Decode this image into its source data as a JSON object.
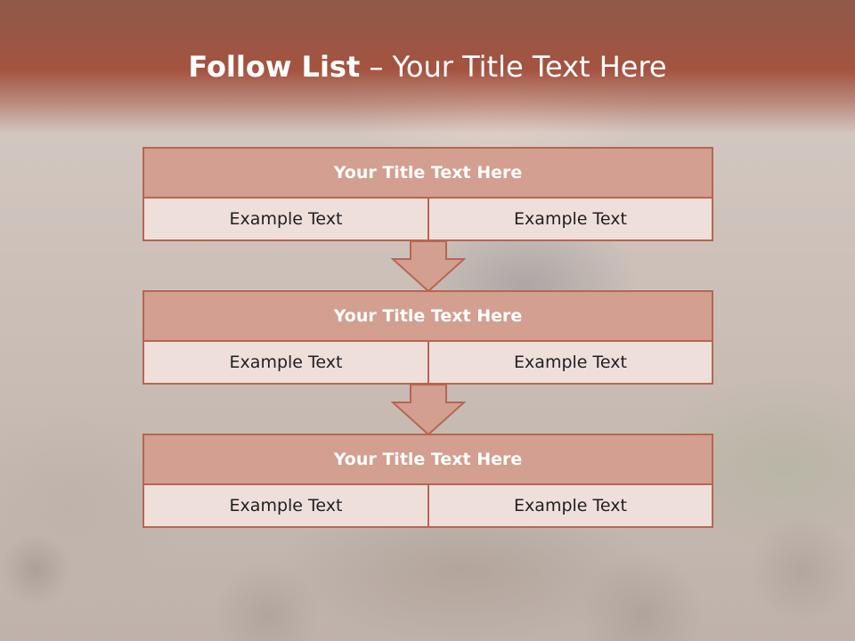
{
  "slide": {
    "title_strong": "Follow List",
    "title_rest": " – Your Title Text Here",
    "colors": {
      "header": "#a45340",
      "box_border": "#b76650",
      "box_title_fill": "#d29f90",
      "box_cell_fill": "#efdfdb",
      "arrow_fill": "#d29f90"
    }
  },
  "steps": [
    {
      "title": "Your Title Text Here",
      "left": "Example Text",
      "right": "Example Text"
    },
    {
      "title": "Your Title Text Here",
      "left": "Example Text",
      "right": "Example Text"
    },
    {
      "title": "Your Title Text Here",
      "left": "Example Text",
      "right": "Example Text"
    }
  ],
  "connectors": [
    {
      "icon": "down-arrow-icon"
    },
    {
      "icon": "down-arrow-icon"
    }
  ]
}
